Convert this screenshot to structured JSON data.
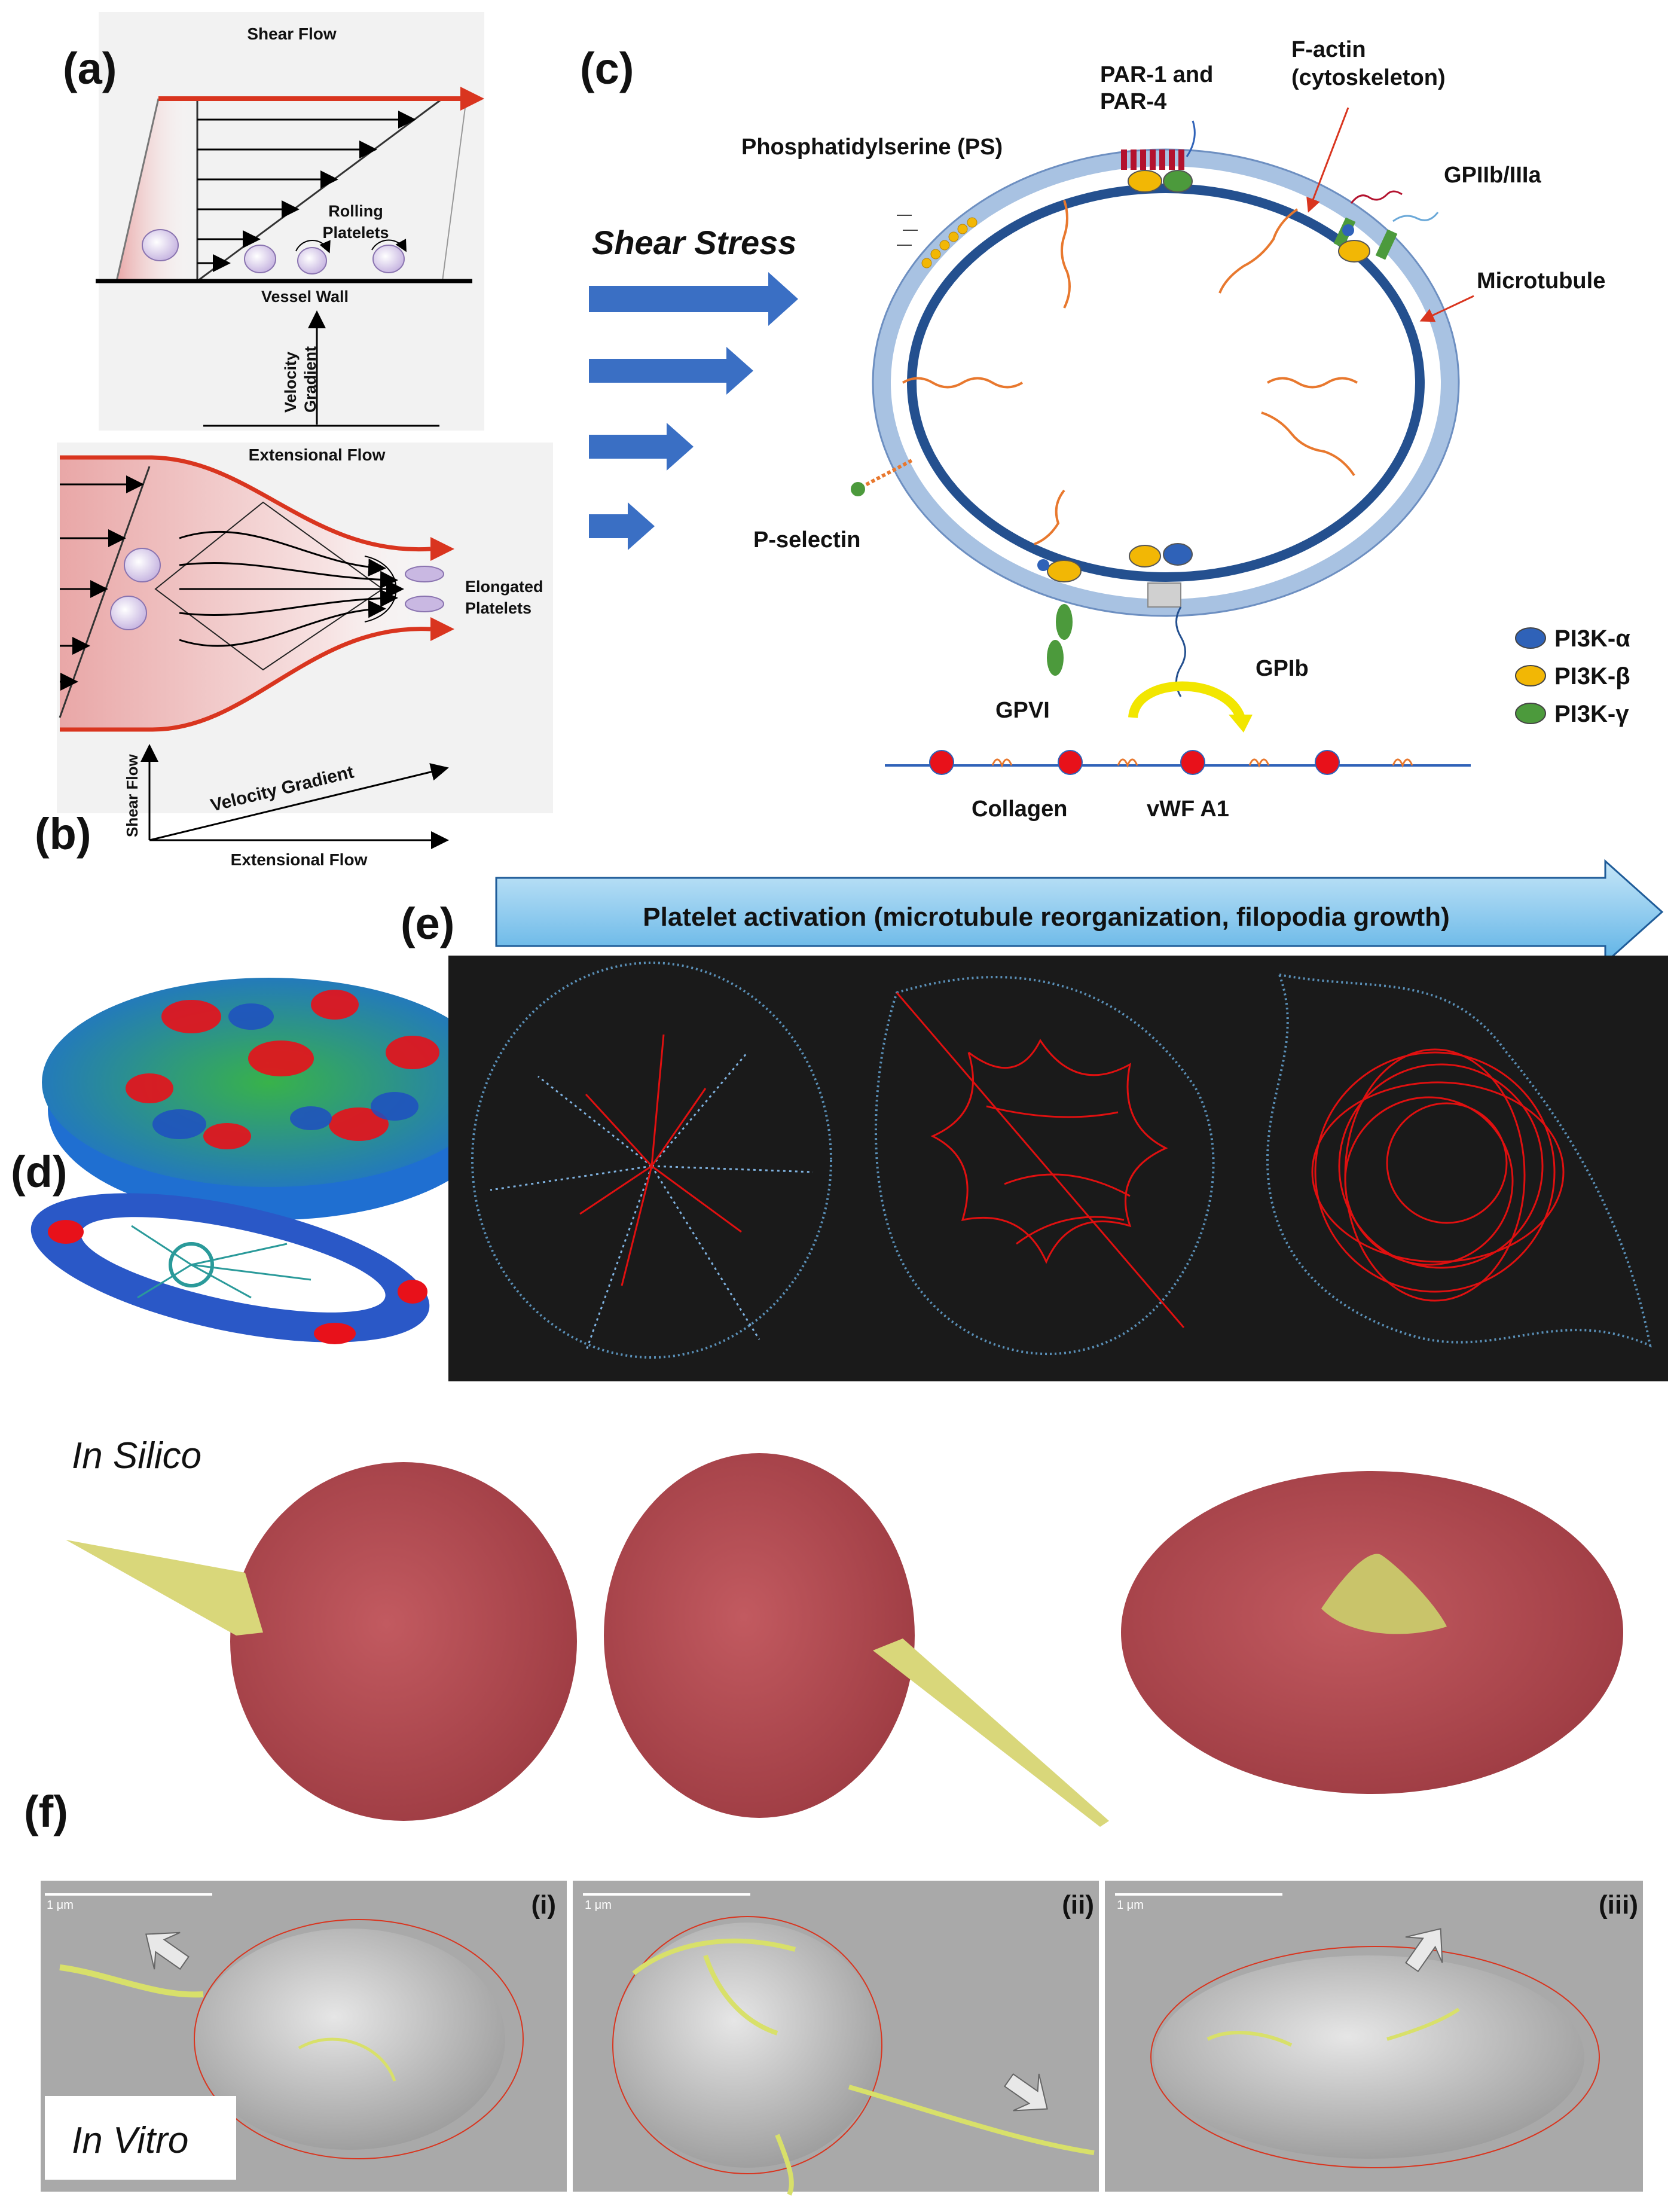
{
  "panels": {
    "a": "(a)",
    "b": "(b)",
    "c": "(c)",
    "d": "(d)",
    "e": "(e)",
    "f": "(f)"
  },
  "panel_a": {
    "shear_flow": "Shear Flow",
    "rolling_1": "Rolling",
    "rolling_2": "Platelets",
    "vessel_wall": "Vessel Wall",
    "velocity_1": "Velocity",
    "velocity_2": "Gradient",
    "extensional_flow": "Extensional Flow",
    "elongated_1": "Elongated",
    "elongated_2": "Platelets"
  },
  "panel_b": {
    "y_axis": "Shear Flow",
    "diagonal": "Velocity Gradient",
    "x_axis": "Extensional Flow"
  },
  "panel_c": {
    "shear_stress": "Shear Stress",
    "par_1": "PAR-1 and",
    "par_2": "PAR-4",
    "factin_1": "F-actin",
    "factin_2": "(cytoskeleton)",
    "ps": "Phosphatidylserine (PS)",
    "gpiib": "GPIIb/IIIa",
    "microtubule": "Microtubule",
    "pselectin": "P-selectin",
    "gpvi": "GPVI",
    "gpib": "GPIb",
    "collagen": "Collagen",
    "vwf": "vWF A1",
    "legend": [
      {
        "label": "PI3K-α",
        "color": "#2f62b8"
      },
      {
        "label": "PI3K-β",
        "color": "#f2b705"
      },
      {
        "label": "PI3K-γ",
        "color": "#4c9a3c"
      }
    ]
  },
  "panel_e": {
    "banner": "Platelet activation (microtubule reorganization, filopodia growth)"
  },
  "panel_f": {
    "in_silico": "In Silico",
    "in_vitro": "In Vitro",
    "scale": "1 μm",
    "sub_i": "(i)",
    "sub_ii": "(ii)",
    "sub_iii": "(iii)"
  },
  "colors": {
    "red_arrow": "#d9351f",
    "blue_arrow": "#3a6fc4",
    "membrane": "#a8c2e2",
    "cytoskeleton": "#e8782e",
    "microtubule_ring": "#24508f",
    "platelet_red": "#b3484e",
    "filopodia_yellow": "#d9d77a",
    "sem_gray": "#a8a8a8"
  }
}
